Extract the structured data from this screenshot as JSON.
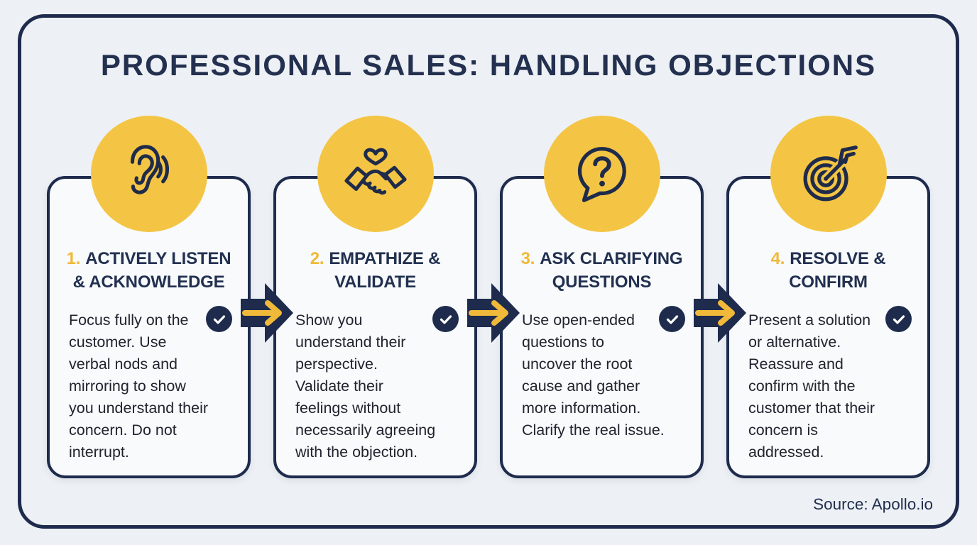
{
  "title": "PROFESSIONAL SALES: HANDLING OBJECTIONS",
  "source": "Source: Apollo.io",
  "colors": {
    "page_background": "#EDF1F5",
    "navy": "#1E2B4D",
    "yellow_circle": "#F4C544",
    "yellow_accent": "#F0B93A",
    "card_background": "#F8FAFC",
    "body_text": "#20242E"
  },
  "steps": [
    {
      "number": "1.",
      "icon": "ear-icon",
      "title_line1": "ACTIVELY LISTEN",
      "title_line2": "& ACKNOWLEDGE",
      "body_lines": [
        "Focus fully on the",
        "customer. Use",
        "verbal nods and",
        "mirroring to show",
        "you understand their",
        "concern. Do not",
        "interrupt."
      ]
    },
    {
      "number": "2.",
      "icon": "handshake-heart-icon",
      "title_line1": "EMPATHIZE &",
      "title_line2": "VALIDATE",
      "body_lines": [
        "Show you",
        "understand their",
        "perspective.",
        "Validate their",
        "feelings without",
        "necessarily agreeing",
        "with the objection."
      ]
    },
    {
      "number": "3.",
      "icon": "question-bubble-icon",
      "title_line1": "ASK CLARIFYING",
      "title_line2": "QUESTIONS",
      "body_lines": [
        "Use open-ended",
        "questions to",
        "uncover the root",
        "cause and gather",
        "more information.",
        "Clarify the real issue."
      ]
    },
    {
      "number": "4.",
      "icon": "target-arrow-icon",
      "title_line1": "RESOLVE &",
      "title_line2": "CONFIRM",
      "body_lines": [
        "Present a solution",
        "or alternative.",
        "Reassure and",
        "confirm with the",
        "customer that their",
        "concern is",
        "addressed."
      ]
    }
  ]
}
